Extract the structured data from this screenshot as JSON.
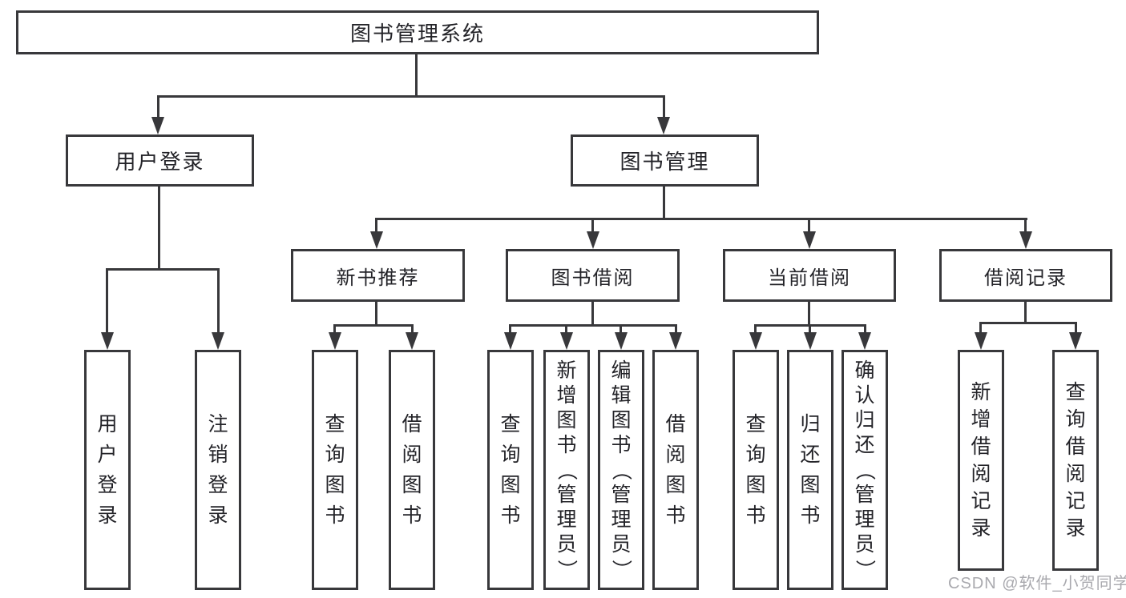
{
  "diagram": {
    "title": "图书管理系统",
    "type": "hierarchy-flowchart",
    "colors": {
      "background": "#ffffff",
      "line": "#38383b",
      "box_border": "#38383b",
      "text": "#232328",
      "watermark": "#a4a4aa"
    },
    "nodes": {
      "root": {
        "label": "图书管理系统"
      },
      "user_login": {
        "label": "用户登录",
        "children": [
          {
            "label": "用户登录"
          },
          {
            "label": "注销登录"
          }
        ]
      },
      "book_mgmt": {
        "label": "图书管理",
        "children": [
          {
            "label": "新书推荐",
            "children": [
              {
                "label": "查询图书"
              },
              {
                "label": "借阅图书"
              }
            ]
          },
          {
            "label": "图书借阅",
            "children": [
              {
                "label": "查询图书"
              },
              {
                "label": "新增图书（管理员）"
              },
              {
                "label": "编辑图书（管理员）"
              },
              {
                "label": "借阅图书"
              }
            ]
          },
          {
            "label": "当前借阅",
            "children": [
              {
                "label": "查询图书"
              },
              {
                "label": "归还图书"
              },
              {
                "label": "确认归还（管理员）"
              }
            ]
          },
          {
            "label": "借阅记录",
            "children": [
              {
                "label": "新增借阅记录"
              },
              {
                "label": "查询借阅记录"
              }
            ]
          }
        ]
      }
    },
    "watermark": "CSDN @软件_小贺同学"
  }
}
